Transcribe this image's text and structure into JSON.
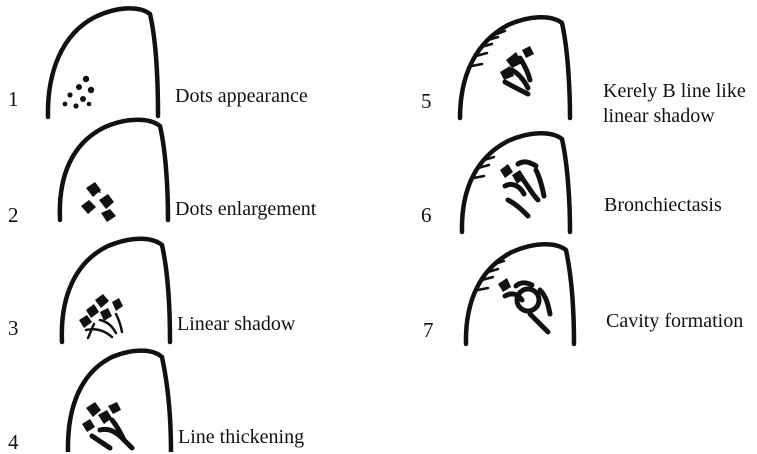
{
  "stages": [
    {
      "number": "1",
      "label_lines": [
        "Dots appearance"
      ]
    },
    {
      "number": "2",
      "label_lines": [
        "Dots enlargement"
      ]
    },
    {
      "number": "3",
      "label_lines": [
        "Linear shadow"
      ]
    },
    {
      "number": "4",
      "label_lines": [
        "Line thickening"
      ]
    },
    {
      "number": "5",
      "label_lines": [
        "Kerely B line like",
        "linear shadow"
      ]
    },
    {
      "number": "6",
      "label_lines": [
        "Bronchiectasis"
      ]
    },
    {
      "number": "7",
      "label_lines": [
        "Cavity formation"
      ]
    }
  ]
}
